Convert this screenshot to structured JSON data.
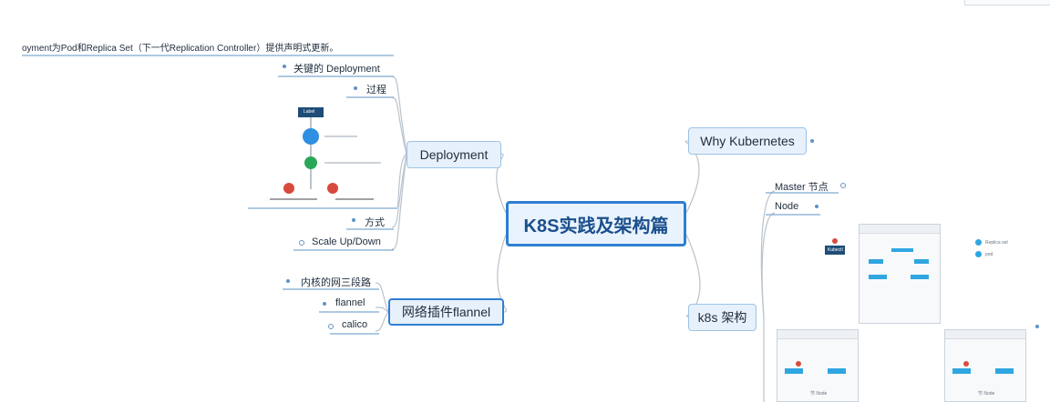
{
  "central": {
    "label": "K8S实践及架构篇"
  },
  "branches": {
    "deployment": {
      "label": "Deployment",
      "header_text": "oyment为Pod和Replica Set（下一代Replication Controller）提供声明式更新。",
      "leaves": [
        "关键的 Deployment",
        "过程",
        "方式",
        "Scale Up/Down"
      ],
      "process_box_label": "Label"
    },
    "network": {
      "label": "网络插件flannel",
      "leaves": [
        "内核的网三段路",
        "flannel",
        "calico"
      ]
    },
    "why": {
      "label": "Why Kubernetes"
    },
    "arch": {
      "label": "k8s 架构",
      "leaves": [
        "Master 节点",
        "Node"
      ],
      "diagram_labels": {
        "k8s_box": "Kubectl",
        "legend_1": "Replica set",
        "legend_2": "pod",
        "node_caption": "节 Node"
      }
    }
  },
  "colors": {
    "accent": "#2f7fd1",
    "node_fill": "#e7f1fb",
    "line": "#b9c3cd"
  }
}
